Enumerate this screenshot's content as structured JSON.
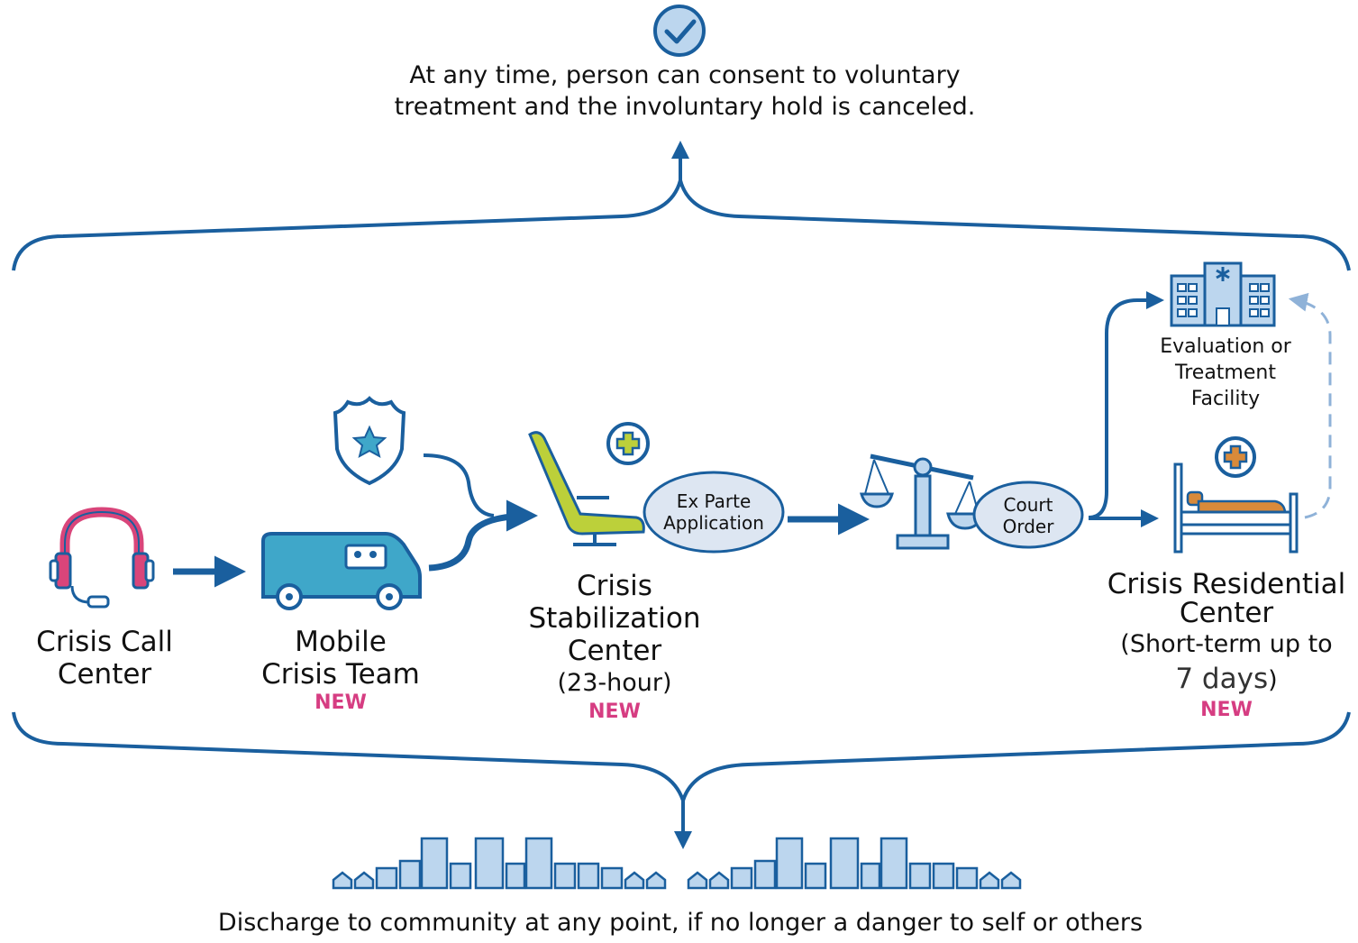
{
  "top_note": {
    "line1": "At any time, person can consent to voluntary",
    "line2": "treatment and the involuntary hold is canceled."
  },
  "bottom_note": "Discharge to community at any point, if no longer a danger to self or others",
  "nodes": {
    "call_center": {
      "line1": "Crisis Call",
      "line2": "Center"
    },
    "mobile_team": {
      "line1": "Mobile",
      "line2": "Crisis Team",
      "badge": "NEW"
    },
    "stabilization": {
      "line1": "Crisis",
      "line2": "Stabilization",
      "line3": "Center",
      "line4": "(23-hour)",
      "badge": "NEW"
    },
    "ex_parte": {
      "line1": "Ex Parte",
      "line2": "Application"
    },
    "court_order": {
      "line1": "Court",
      "line2": "Order"
    },
    "evaluation": {
      "line1": "Evaluation or",
      "line2": "Treatment",
      "line3": "Facility"
    },
    "residential": {
      "line1": "Crisis Residential",
      "line2": "Center",
      "line3": "(Short-term up to",
      "line4_num": "7 days",
      "line4_close": ")",
      "badge": "NEW"
    }
  },
  "colors": {
    "arrow_blue": "#1a5f9e",
    "icon_outline": "#1a5f9e",
    "icon_fill_light": "#bcd6ee",
    "van_fill": "#3fa7c9",
    "headset_pink": "#d9457a",
    "chair_green": "#bcd03a",
    "bed_orange": "#d98a3a",
    "new_pink": "#d63d82",
    "oval_fill": "#dde6f2"
  }
}
